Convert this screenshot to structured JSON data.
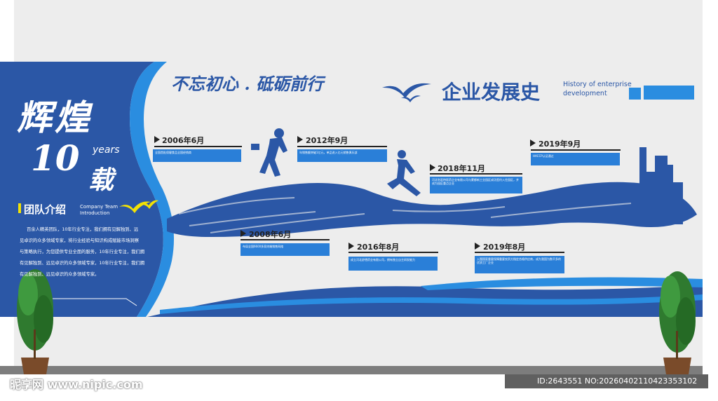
{
  "left_panel": {
    "title_main": "辉煌",
    "title_num": "10",
    "title_en": "years",
    "title_unit": "载",
    "section_title": "团队介绍",
    "section_en_1": "Company Team",
    "section_en_2": "Introduction",
    "paragraph_lines": [
      "百余人精英团队，10年行业专注，我们拥有见解独到、远",
      "见卓识的众多领域专家，将行业经验与知识构成赋能市场洞察",
      "与策略执行，为您提供专业全面的服务，10年行业专注，我们拥",
      "有见解独到、远见卓识的众多领域专家，10年行业专注，我们拥",
      "有见解独到、远见卓识的众多领域专家。"
    ]
  },
  "header": {
    "slogan": "不忘初心 . 砥砺前行",
    "main_title": "企业发展史",
    "en_line1": "History of enterprise",
    "en_line2": "development"
  },
  "timeline": [
    {
      "date": "2006年6月",
      "text": "全国首批保健食品全国经销商"
    },
    {
      "date": "2012年9月",
      "text": "年销售额突破1亿元，单品进入亿元销售俱乐部"
    },
    {
      "date": "2018年11月",
      "text": "河北利君特医药企业有限公司与蒙都新工业园区成功签约入住园区，并成为园区重点企业"
    },
    {
      "date": "2019年9月",
      "text": "HACCP认证通过"
    },
    {
      "date": "2008年6月",
      "text": "布局全国6600多家终端销售网络"
    },
    {
      "date": "2016年8月",
      "text": "成立河北舒德药业有限公司，拥有独立自主研发能力"
    },
    {
      "date": "2019年8月",
      "text": "入围国家重要保障重要农贸方指定合格供应商，成为我国为数不多的优质工厂企业"
    }
  ],
  "watermark": {
    "left": "昵享网 www.nipic.com",
    "right": "ID:2643551 NO:20260402110423353102"
  },
  "colors": {
    "primary_blue": "#2b57a6",
    "light_blue": "#2a8de0",
    "wall_gray": "#eeeeee",
    "floor_gray": "#7d7d7d",
    "accent_yellow": "#f2e205"
  }
}
